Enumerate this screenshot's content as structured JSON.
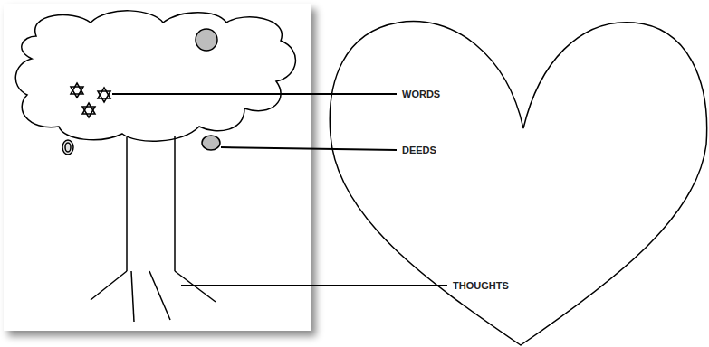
{
  "diagram": {
    "labels": [
      "WORDS",
      "DEEDS",
      "THOUGHTS"
    ]
  }
}
